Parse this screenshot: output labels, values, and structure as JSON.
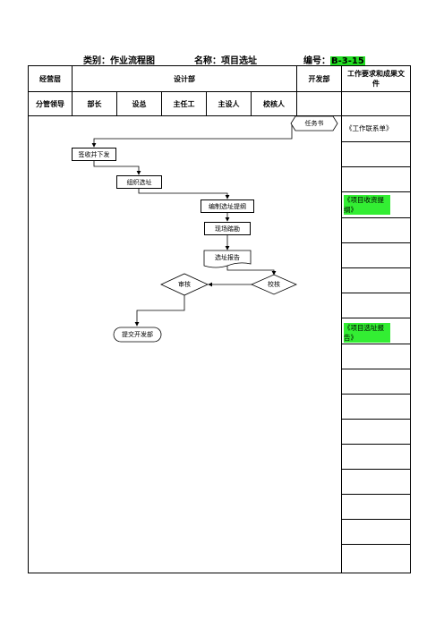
{
  "header": {
    "category": "类别：作业流程图",
    "name": "名称：项目选址",
    "code_label": "编号：",
    "code_value": "B-3-15"
  },
  "table": {
    "col_manager": "经营层",
    "col_design": "设计部",
    "col_dev": "开发部",
    "col_docs": "工作要求和成果文件",
    "sub_leader": "分管领导",
    "sub_head": "部长",
    "sub_chief": "设总",
    "sub_engineer": "主任工",
    "sub_designer": "主设人",
    "sub_checker": "校核人"
  },
  "flow": {
    "task": "任务书",
    "sign": "签收并下发",
    "organize": "组织选址",
    "outline": "编制选址提纲",
    "survey": "现场踏勘",
    "report": "选址报告",
    "review": "审核",
    "check": "校核",
    "submit": "提交开发部"
  },
  "docs": {
    "doc1": "《工作联系单》",
    "doc2": "《项目收资提纲》",
    "doc3": "《项目选址报告》"
  }
}
